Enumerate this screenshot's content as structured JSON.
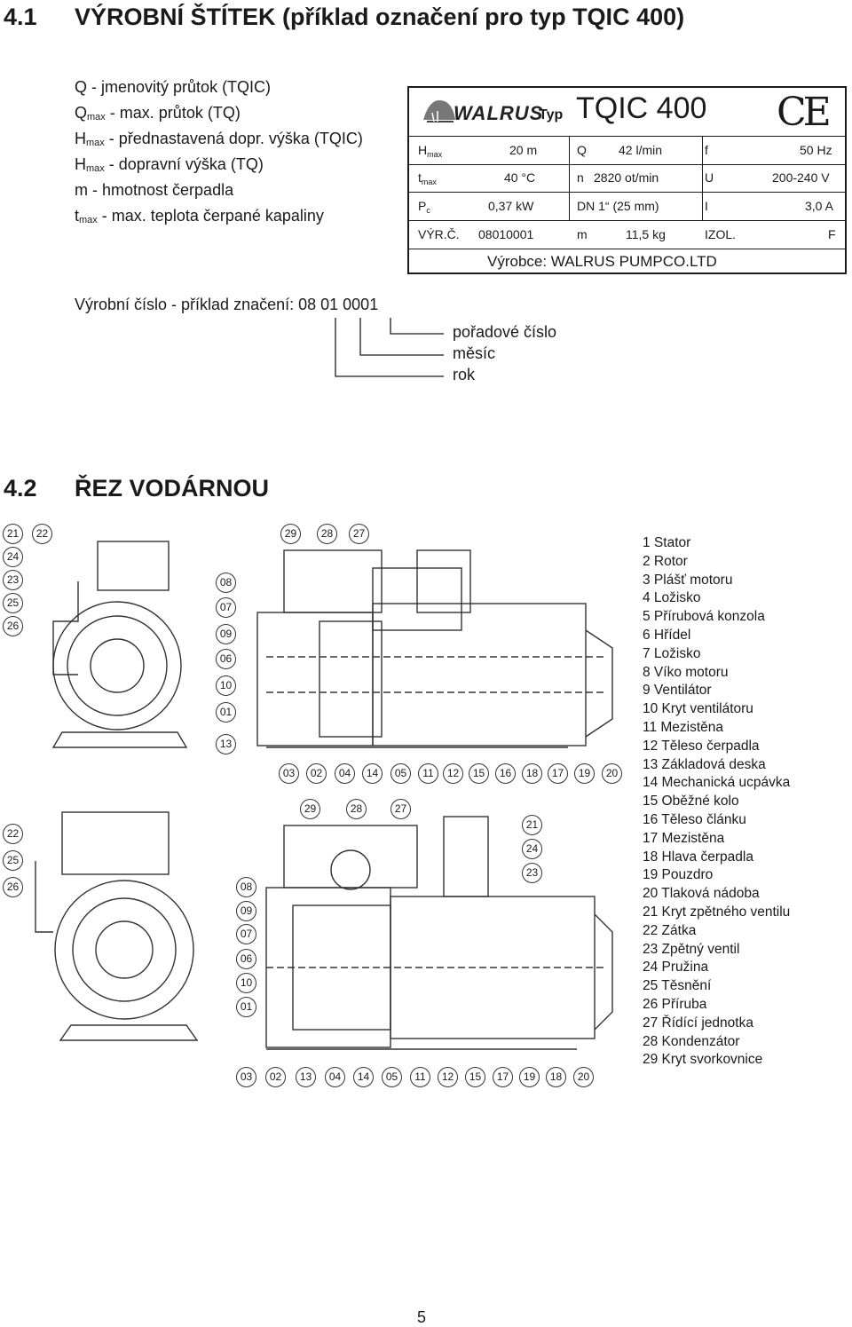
{
  "section1": {
    "number": "4.1",
    "title": "VÝROBNÍ ŠTÍTEK (příklad označení pro typ TQIC 400)"
  },
  "legend": [
    {
      "sym": "Q",
      "sub": "",
      "text": " - jmenovitý průtok (TQIC)"
    },
    {
      "sym": "Q",
      "sub": "max",
      "text": " - max. průtok (TQ)"
    },
    {
      "sym": "H",
      "sub": "max",
      "text": " - přednastavená dopr. výška (TQIC)"
    },
    {
      "sym": "H",
      "sub": "max",
      "text": " - dopravní výška (TQ)"
    },
    {
      "sym": "m",
      "sub": "",
      "text": " - hmotnost čerpadla"
    },
    {
      "sym": "t",
      "sub": "max",
      "text": " - max. teplota čerpané kapaliny"
    }
  ],
  "plate": {
    "logo": "WALRUS",
    "type_label": "Typ",
    "model": "TQIC 400",
    "ce": "CE",
    "r1": {
      "a": "H",
      "a_sub": "max",
      "b": "20 m",
      "c": "Q",
      "d": "42 l/min",
      "e": "f",
      "f": "50 Hz"
    },
    "r2": {
      "a": "t",
      "a_sub": "max",
      "b": "40 °C",
      "c": "n",
      "d": "2820 ot/min",
      "e": "U",
      "f": "200-240 V"
    },
    "r3": {
      "a": "P",
      "a_sub": "c",
      "b": "0,37 kW",
      "c": "DN 1“ (25 mm)",
      "e": "I",
      "f": "3,0 A"
    },
    "r4": {
      "a": "VÝR.Č.",
      "b": "08010001",
      "c": "m",
      "d": "11,5 kg",
      "e": "IZOL.",
      "f": "F"
    },
    "manufacturer": "Výrobce: WALRUS PUMPCO.LTD"
  },
  "serial": {
    "label": "Výrobní číslo - příklad značení: 08 01 0001",
    "order": "pořadové číslo",
    "month": "měsíc",
    "year": "rok"
  },
  "section2": {
    "number": "4.2",
    "title": "ŘEZ VODÁRNOU"
  },
  "callouts": {
    "a_front": [
      "21",
      "22",
      "24",
      "23",
      "25",
      "26"
    ],
    "a_left": [
      "08",
      "07",
      "09",
      "06",
      "10",
      "01",
      "13"
    ],
    "a_top": [
      "29",
      "28",
      "27"
    ],
    "a_bottom": [
      "03",
      "02",
      "04",
      "14",
      "05",
      "11",
      "12",
      "15",
      "16",
      "18",
      "17",
      "19",
      "20"
    ],
    "b_front": [
      "22",
      "25",
      "26"
    ],
    "b_left": [
      "08",
      "09",
      "07",
      "06",
      "10",
      "01"
    ],
    "b_top": [
      "29",
      "28",
      "27"
    ],
    "b_right": [
      "21",
      "24",
      "23"
    ],
    "b_bottom": [
      "03",
      "02",
      "13",
      "04",
      "14",
      "05",
      "11",
      "12",
      "15",
      "17",
      "19",
      "18",
      "20"
    ]
  },
  "parts": [
    "1 Stator",
    "2 Rotor",
    "3 Plášť motoru",
    "4 Ložisko",
    "5 Přírubová konzola",
    "6 Hřídel",
    "7 Ložisko",
    "8 Víko motoru",
    "9 Ventilátor",
    "10 Kryt ventilátoru",
    "11 Mezistěna",
    "12 Těleso čerpadla",
    "13 Základová deska",
    "14 Mechanická ucpávka",
    "15 Oběžné kolo",
    "16 Těleso článku",
    "17 Mezistěna",
    "18 Hlava čerpadla",
    "19 Pouzdro",
    "20 Tlaková nádoba",
    "21 Kryt zpětného ventilu",
    "22 Zátka",
    "23 Zpětný ventil",
    "24 Pružina",
    "25 Těsnění",
    "26 Příruba",
    "27 Řídící jednotka",
    "28 Kondenzátor",
    "29 Kryt svorkovnice"
  ],
  "page_number": "5"
}
